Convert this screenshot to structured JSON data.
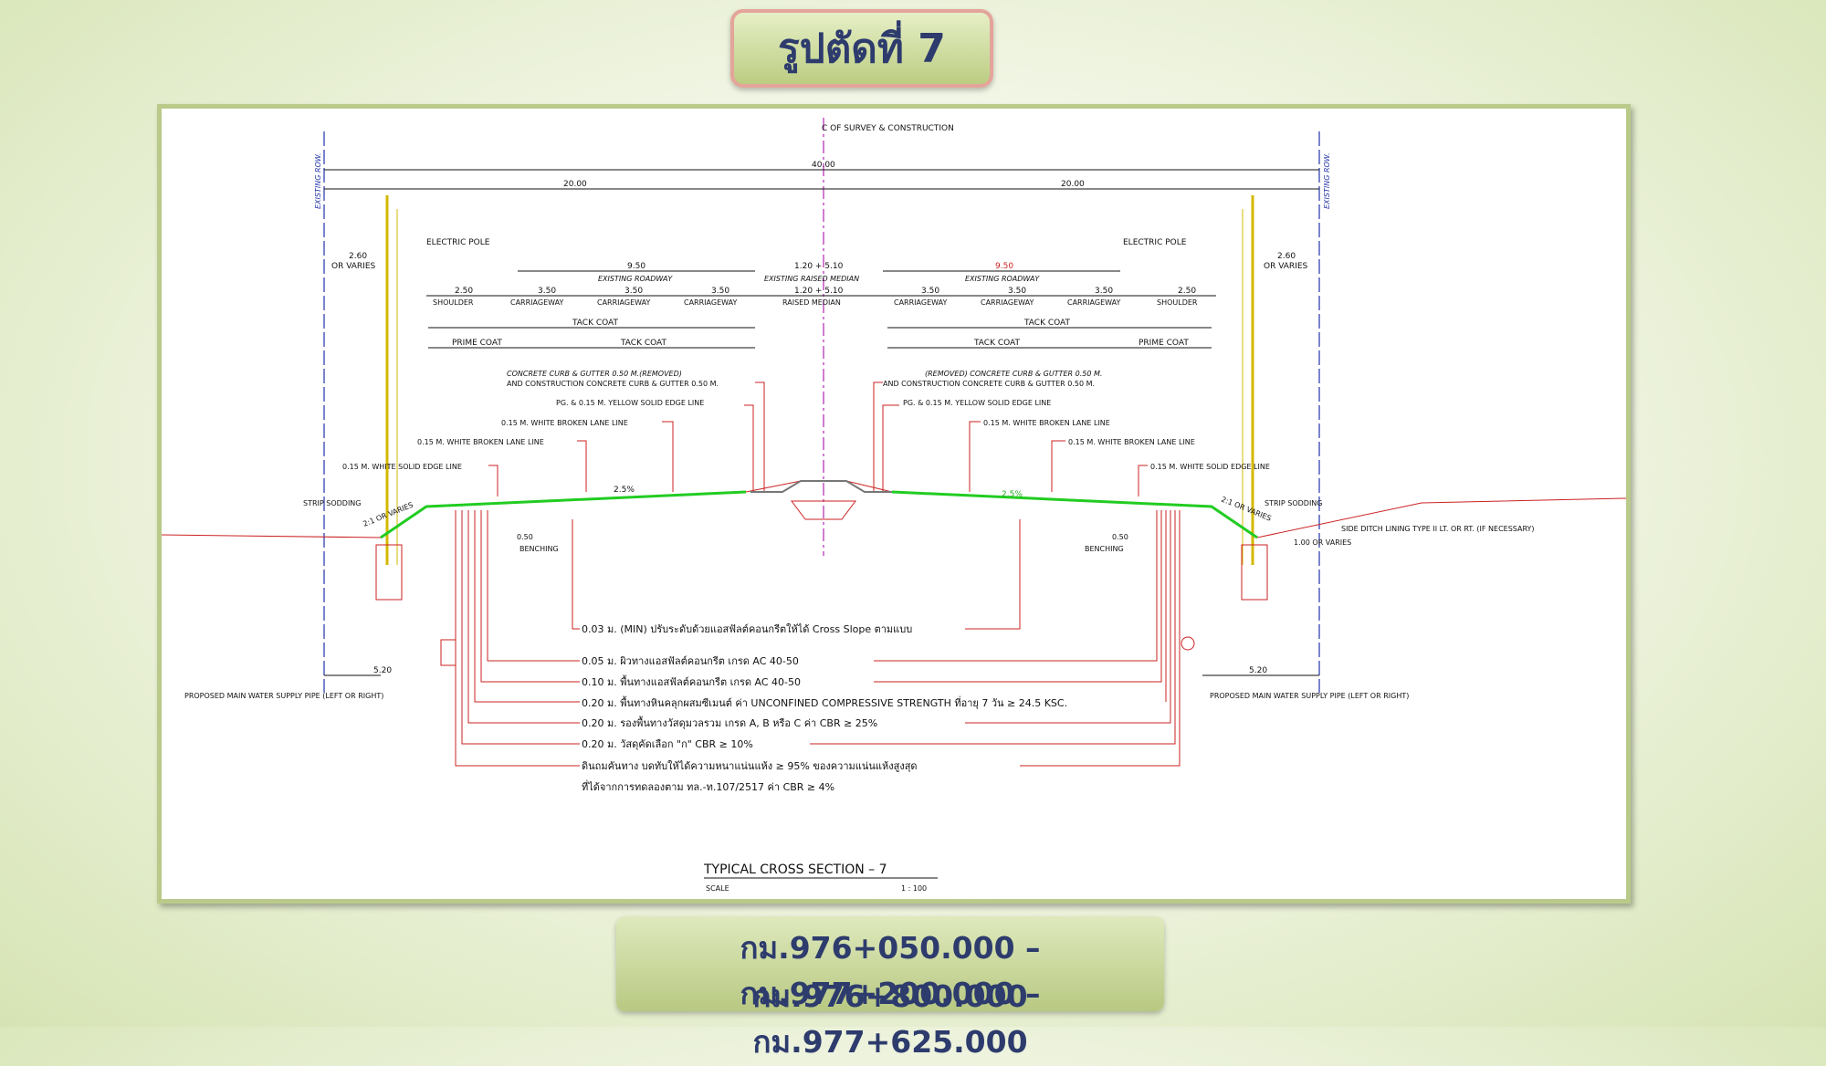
{
  "title": "รูปตัดที่ 7",
  "stations": [
    "กม.976+050.000 – กม.976+800.000",
    "กม.977+200.000 – กม.977+625.000"
  ],
  "drawing": {
    "centerline_label": "C OF SURVEY & CONSTRUCTION",
    "row_label": "EXISTING ROW.",
    "total_width": "40.00",
    "half_width_left": "20.00",
    "half_width_right": "20.00",
    "electric_pole": "ELECTRIC POLE",
    "pole_offset": "2.60",
    "or_varies": "OR VARIES",
    "existing_roadway_width_left": "9.50",
    "existing_roadway_width_right": "9.50",
    "existing_roadway": "EXISTING ROADWAY",
    "median_width": "1.20 + 5.10",
    "existing_raised_median": "EXISTING RAISED MEDIAN",
    "raised_median": "RAISED MEDIAN",
    "shoulder_width": "2.50",
    "shoulder": "SHOULDER",
    "carriageway_width": "3.50",
    "carriageway": "CARRIAGEWAY",
    "tack_coat": "TACK COAT",
    "prime_coat": "PRIME COAT",
    "curb_left_1": "CONCRETE CURB & GUTTER 0.50 M.(REMOVED)",
    "curb_right_1": "(REMOVED) CONCRETE CURB & GUTTER 0.50 M.",
    "curb_2": "AND CONSTRUCTION CONCRETE CURB & GUTTER 0.50 M.",
    "yellow_edge": "PG. & 0.15 M. YELLOW SOLID EDGE LINE",
    "white_broken": "0.15 M. WHITE BROKEN LANE LINE",
    "white_solid": "0.15 M. WHITE SOLID EDGE LINE",
    "strip_sodding": "STRIP SODDING",
    "side_slope": "2:1 OR VARIES",
    "crossfall": "2.5%",
    "benching_width": "0.50",
    "benching": "BENCHING",
    "side_ditch": "SIDE DITCH LINING TYPE II LT. OR RT. (IF NECESSARY)",
    "ditch_width": "1.00 OR VARIES",
    "pipe_offset": "5.20",
    "water_pipe": "PROPOSED MAIN WATER SUPPLY PIPE (LEFT OR RIGHT)",
    "layers": [
      "0.03 ม. (MIN) ปรับระดับด้วยแอสฟัลต์คอนกรีตให้ได้ Cross Slope ตามแบบ",
      "0.05 ม. ผิวทางแอสฟัลต์คอนกรีต เกรด AC 40-50",
      "0.10 ม. พื้นทางแอสฟัลต์คอนกรีต เกรด AC 40-50",
      "0.20 ม. พื้นทางหินคลุกผสมซีเมนต์ ค่า UNCONFINED COMPRESSIVE STRENGTH ที่อายุ 7 วัน ≥ 24.5 KSC.",
      "0.20 ม. รองพื้นทางวัสดุมวลรวม เกรด A, B หรือ C ค่า CBR ≥ 25%",
      "0.20 ม. วัสดุคัดเลือก \"ก\" CBR ≥ 10%",
      "ดินถมคันทาง บดทับให้ได้ความหนาแน่นแห้ง ≥ 95% ของความแน่นแห้งสูงสุด",
      "ที่ได้จากการทดลองตาม ทล.-ท.107/2517 ค่า CBR ≥ 4%"
    ],
    "section_title": "TYPICAL CROSS SECTION – 7",
    "scale_label": "SCALE",
    "scale_value": "1 : 100"
  }
}
